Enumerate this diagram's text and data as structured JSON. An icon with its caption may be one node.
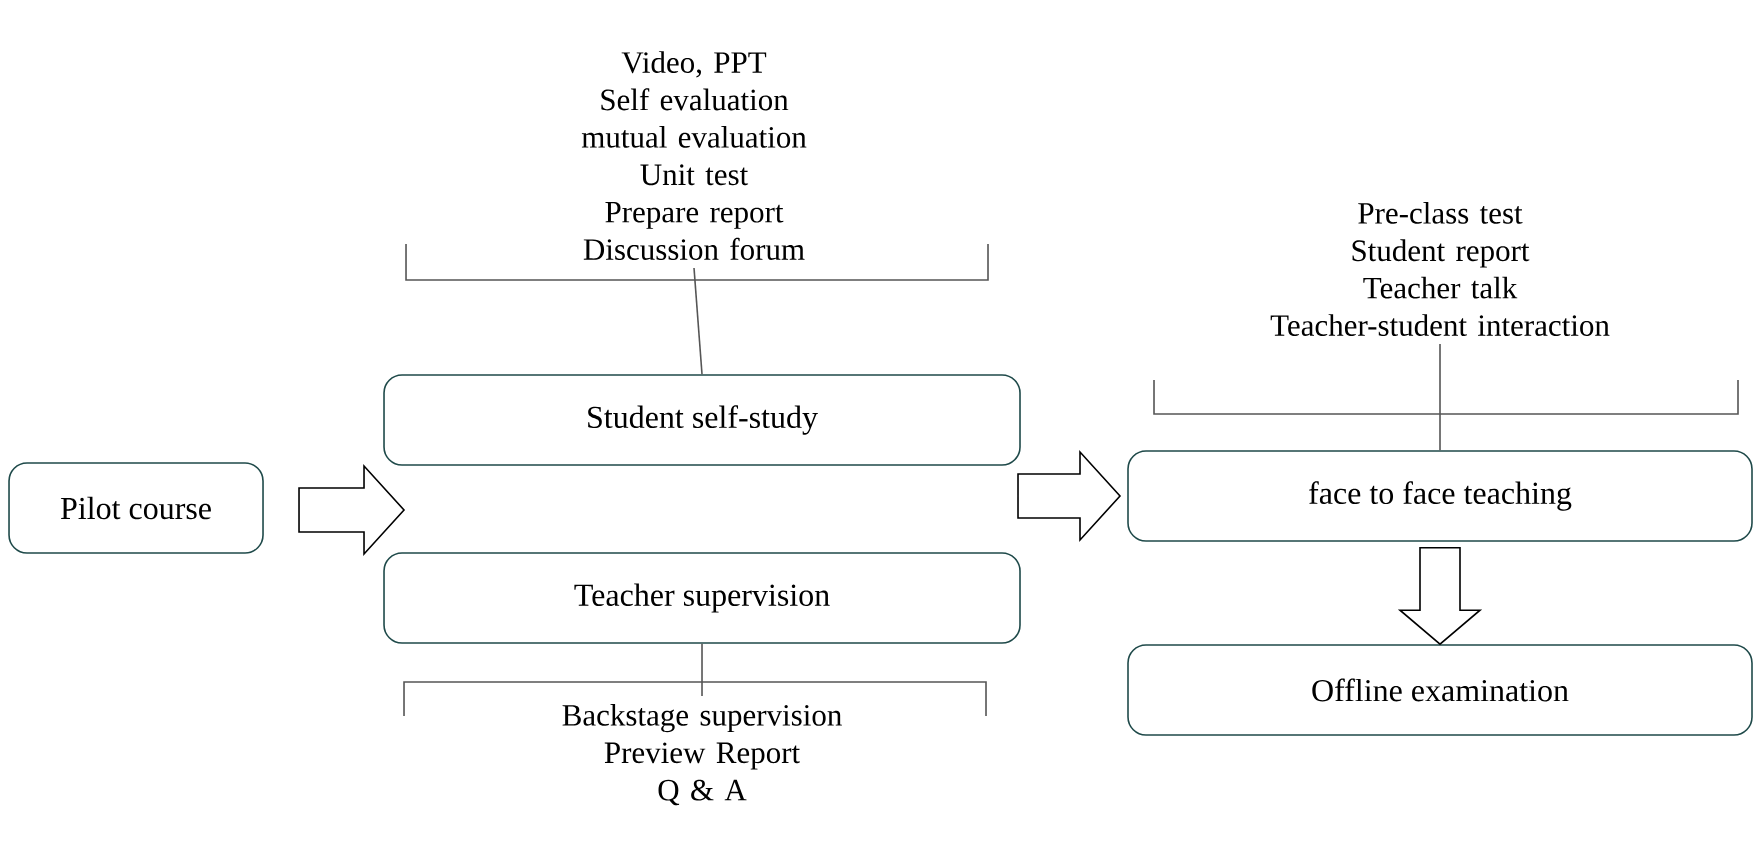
{
  "diagram": {
    "nodes": [
      {
        "text": [
          "Pilot course"
        ]
      },
      {
        "text": [
          "Video, PPT",
          "Self evaluation",
          "mutual evaluation",
          "Unit test",
          "Prepare report",
          "Discussion forum"
        ]
      },
      {
        "text": [
          "Student self-study"
        ]
      },
      {
        "text": [
          "Teacher supervision"
        ]
      },
      {
        "text": [
          "Backstage supervision",
          "Preview Report",
          "Q & A"
        ]
      },
      {
        "text": [
          "Pre-class test",
          "Student report",
          "Teacher talk",
          "Teacher-student interaction"
        ]
      },
      {
        "text": [
          "face to face teaching"
        ]
      },
      {
        "text": [
          "Offline examination"
        ]
      }
    ],
    "edges": [
      {
        "from": 0,
        "to": null,
        "arrow": "to"
      },
      {
        "from": null,
        "to": 6,
        "arrow": "to"
      },
      {
        "from": 6,
        "to": 7,
        "arrow": "to"
      },
      {
        "from": 1,
        "to": 2,
        "arrow": "none"
      },
      {
        "from": 3,
        "to": 4,
        "arrow": "none"
      },
      {
        "from": 5,
        "to": 6,
        "arrow": "none"
      }
    ]
  }
}
